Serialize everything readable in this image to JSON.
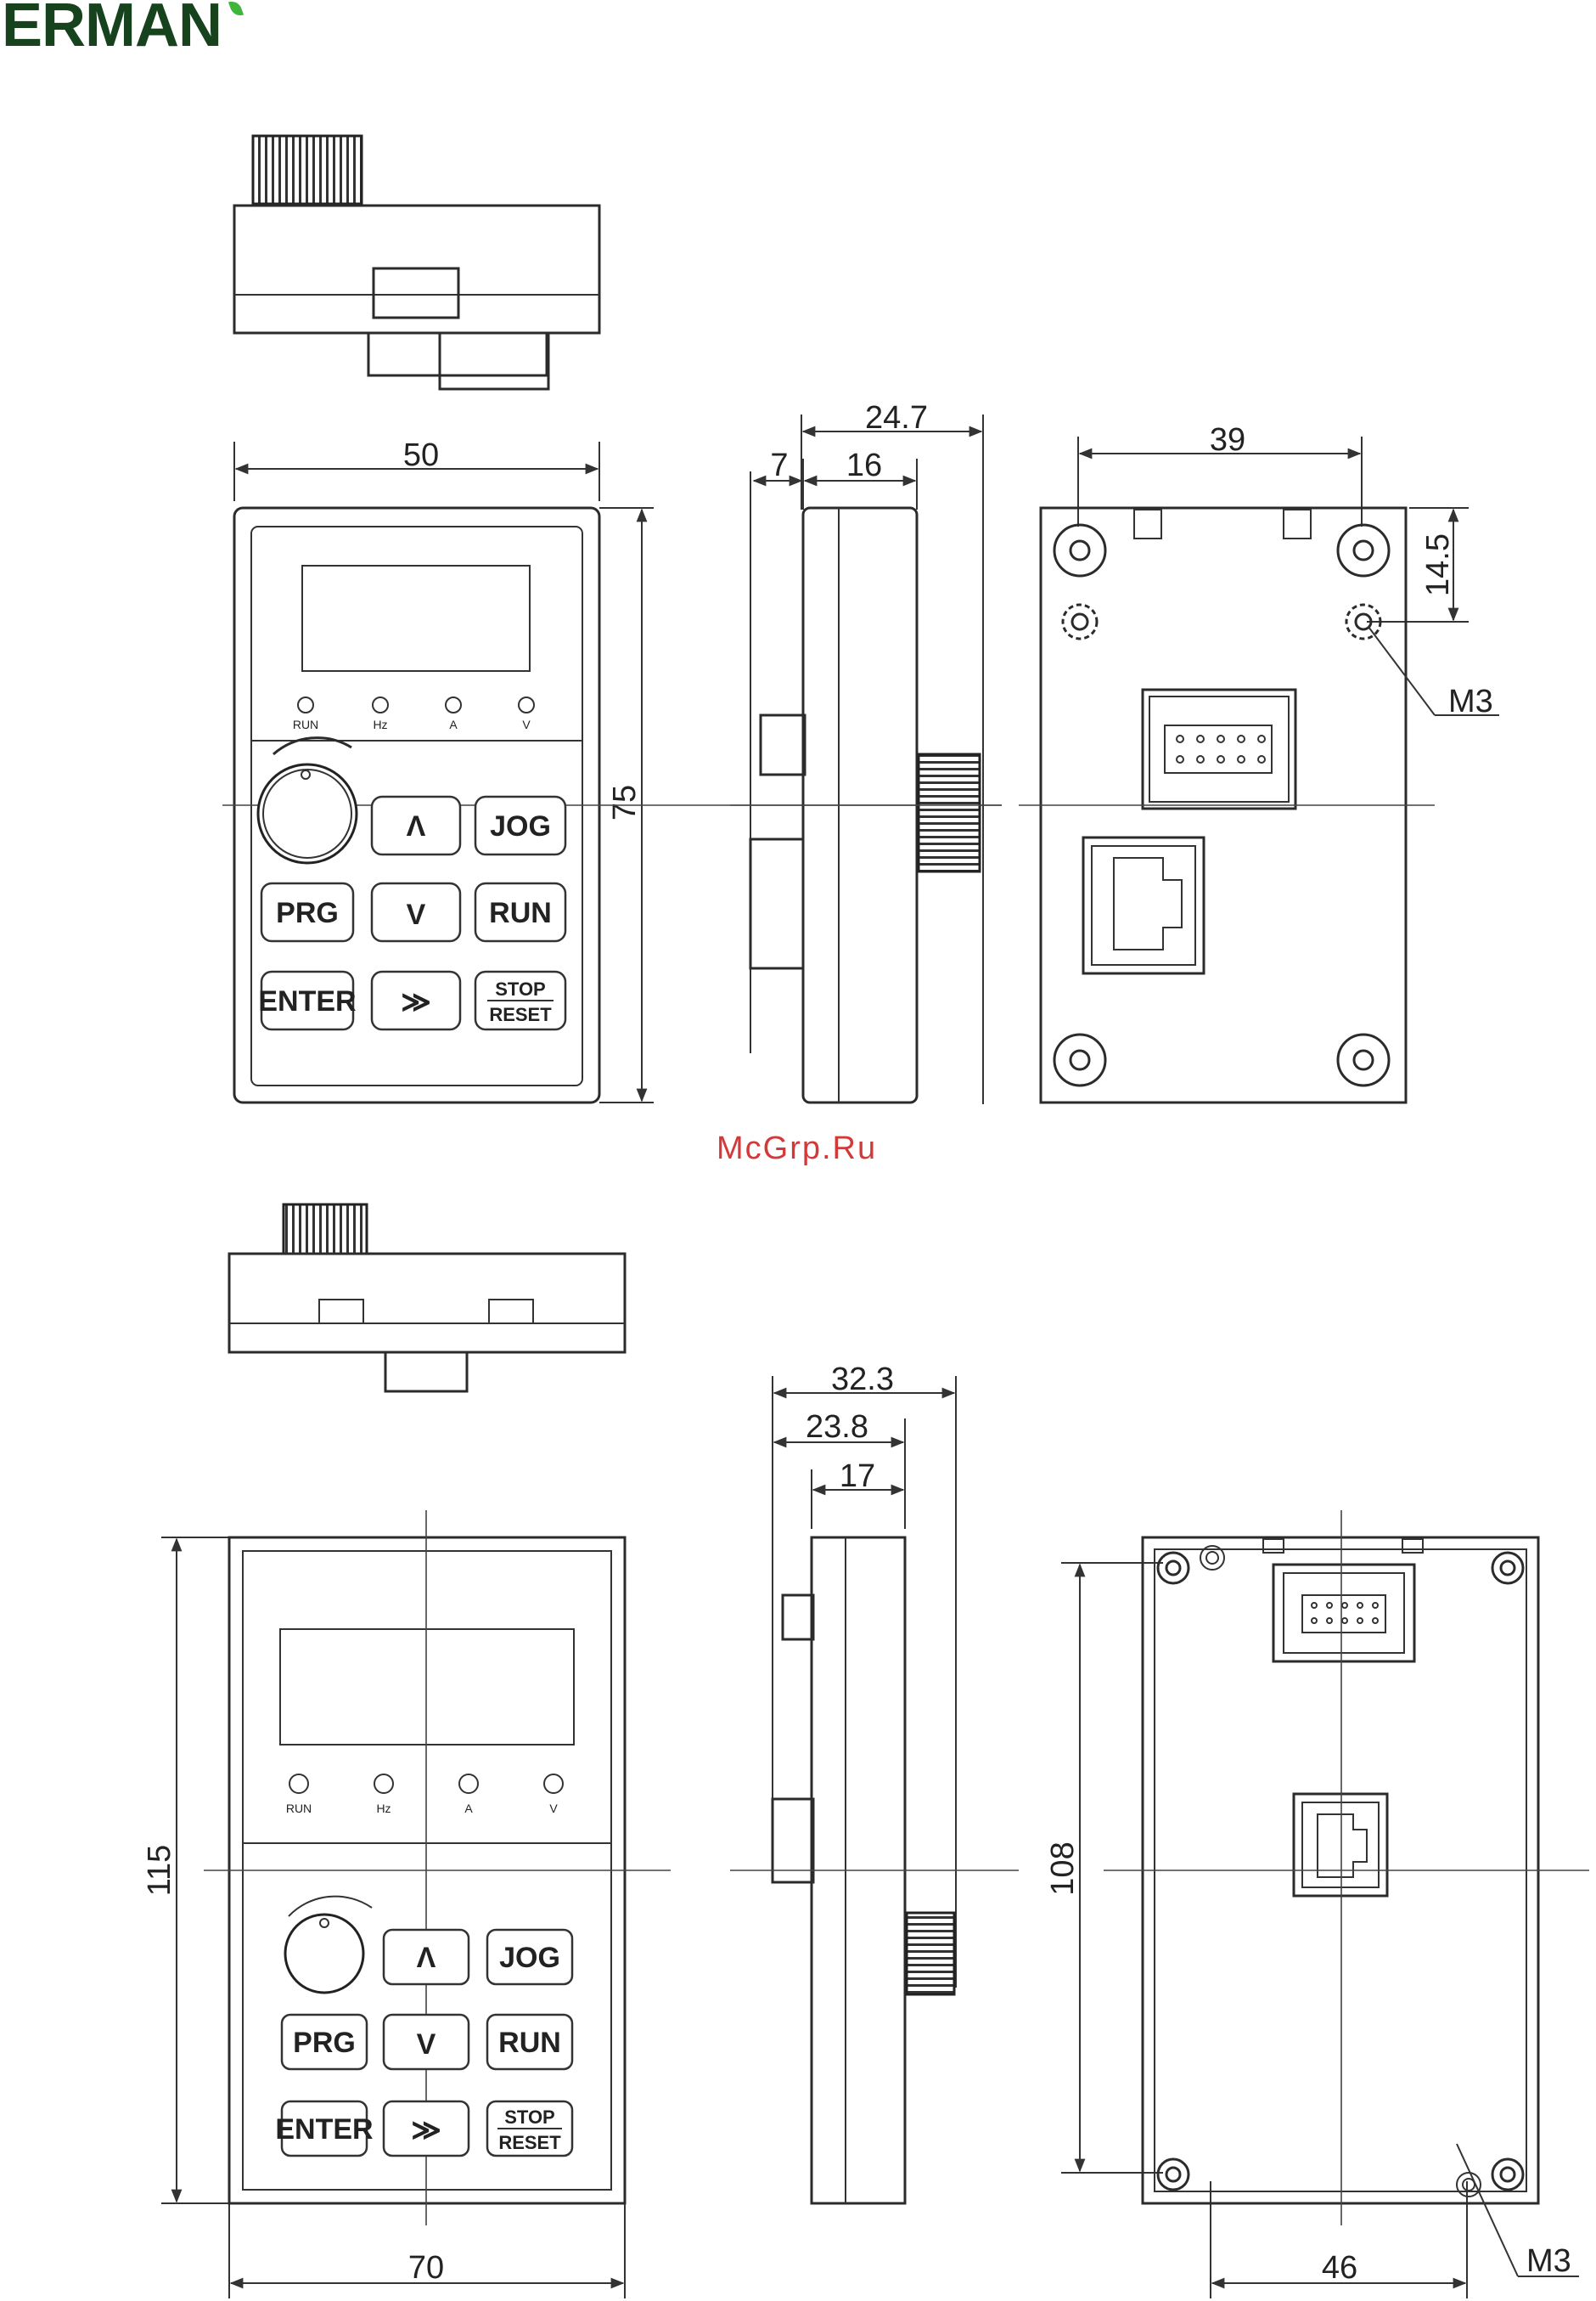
{
  "brand": {
    "logo_text": "ERMAN"
  },
  "watermark": "McGrp.Ru",
  "panel_small": {
    "buttons": {
      "up": "Λ",
      "jog": "JOG",
      "prg": "PRG",
      "down": "V",
      "run": "RUN",
      "enter": "ENTER",
      "shift": "≫",
      "stop": "STOP",
      "reset": "RESET"
    },
    "leds": [
      "RUN",
      "Hz",
      "A",
      "V"
    ],
    "dims": {
      "width": "50",
      "height": "75",
      "depth_total": "24.7",
      "depth_a": "7",
      "depth_b": "16",
      "hole_spacing": "39",
      "hole_offset": "14.5",
      "screw": "M3"
    }
  },
  "panel_large": {
    "buttons": {
      "up": "Λ",
      "jog": "JOG",
      "prg": "PRG",
      "down": "V",
      "run": "RUN",
      "enter": "ENTER",
      "shift": "≫",
      "stop": "STOP",
      "reset": "RESET"
    },
    "leds": [
      "RUN",
      "Hz",
      "A",
      "V"
    ],
    "dims": {
      "width": "70",
      "height": "115",
      "depth_total": "32.3",
      "depth_a": "23.8",
      "depth_b": "17",
      "hole_height": "108",
      "hole_spacing": "46",
      "screw": "M3"
    }
  }
}
